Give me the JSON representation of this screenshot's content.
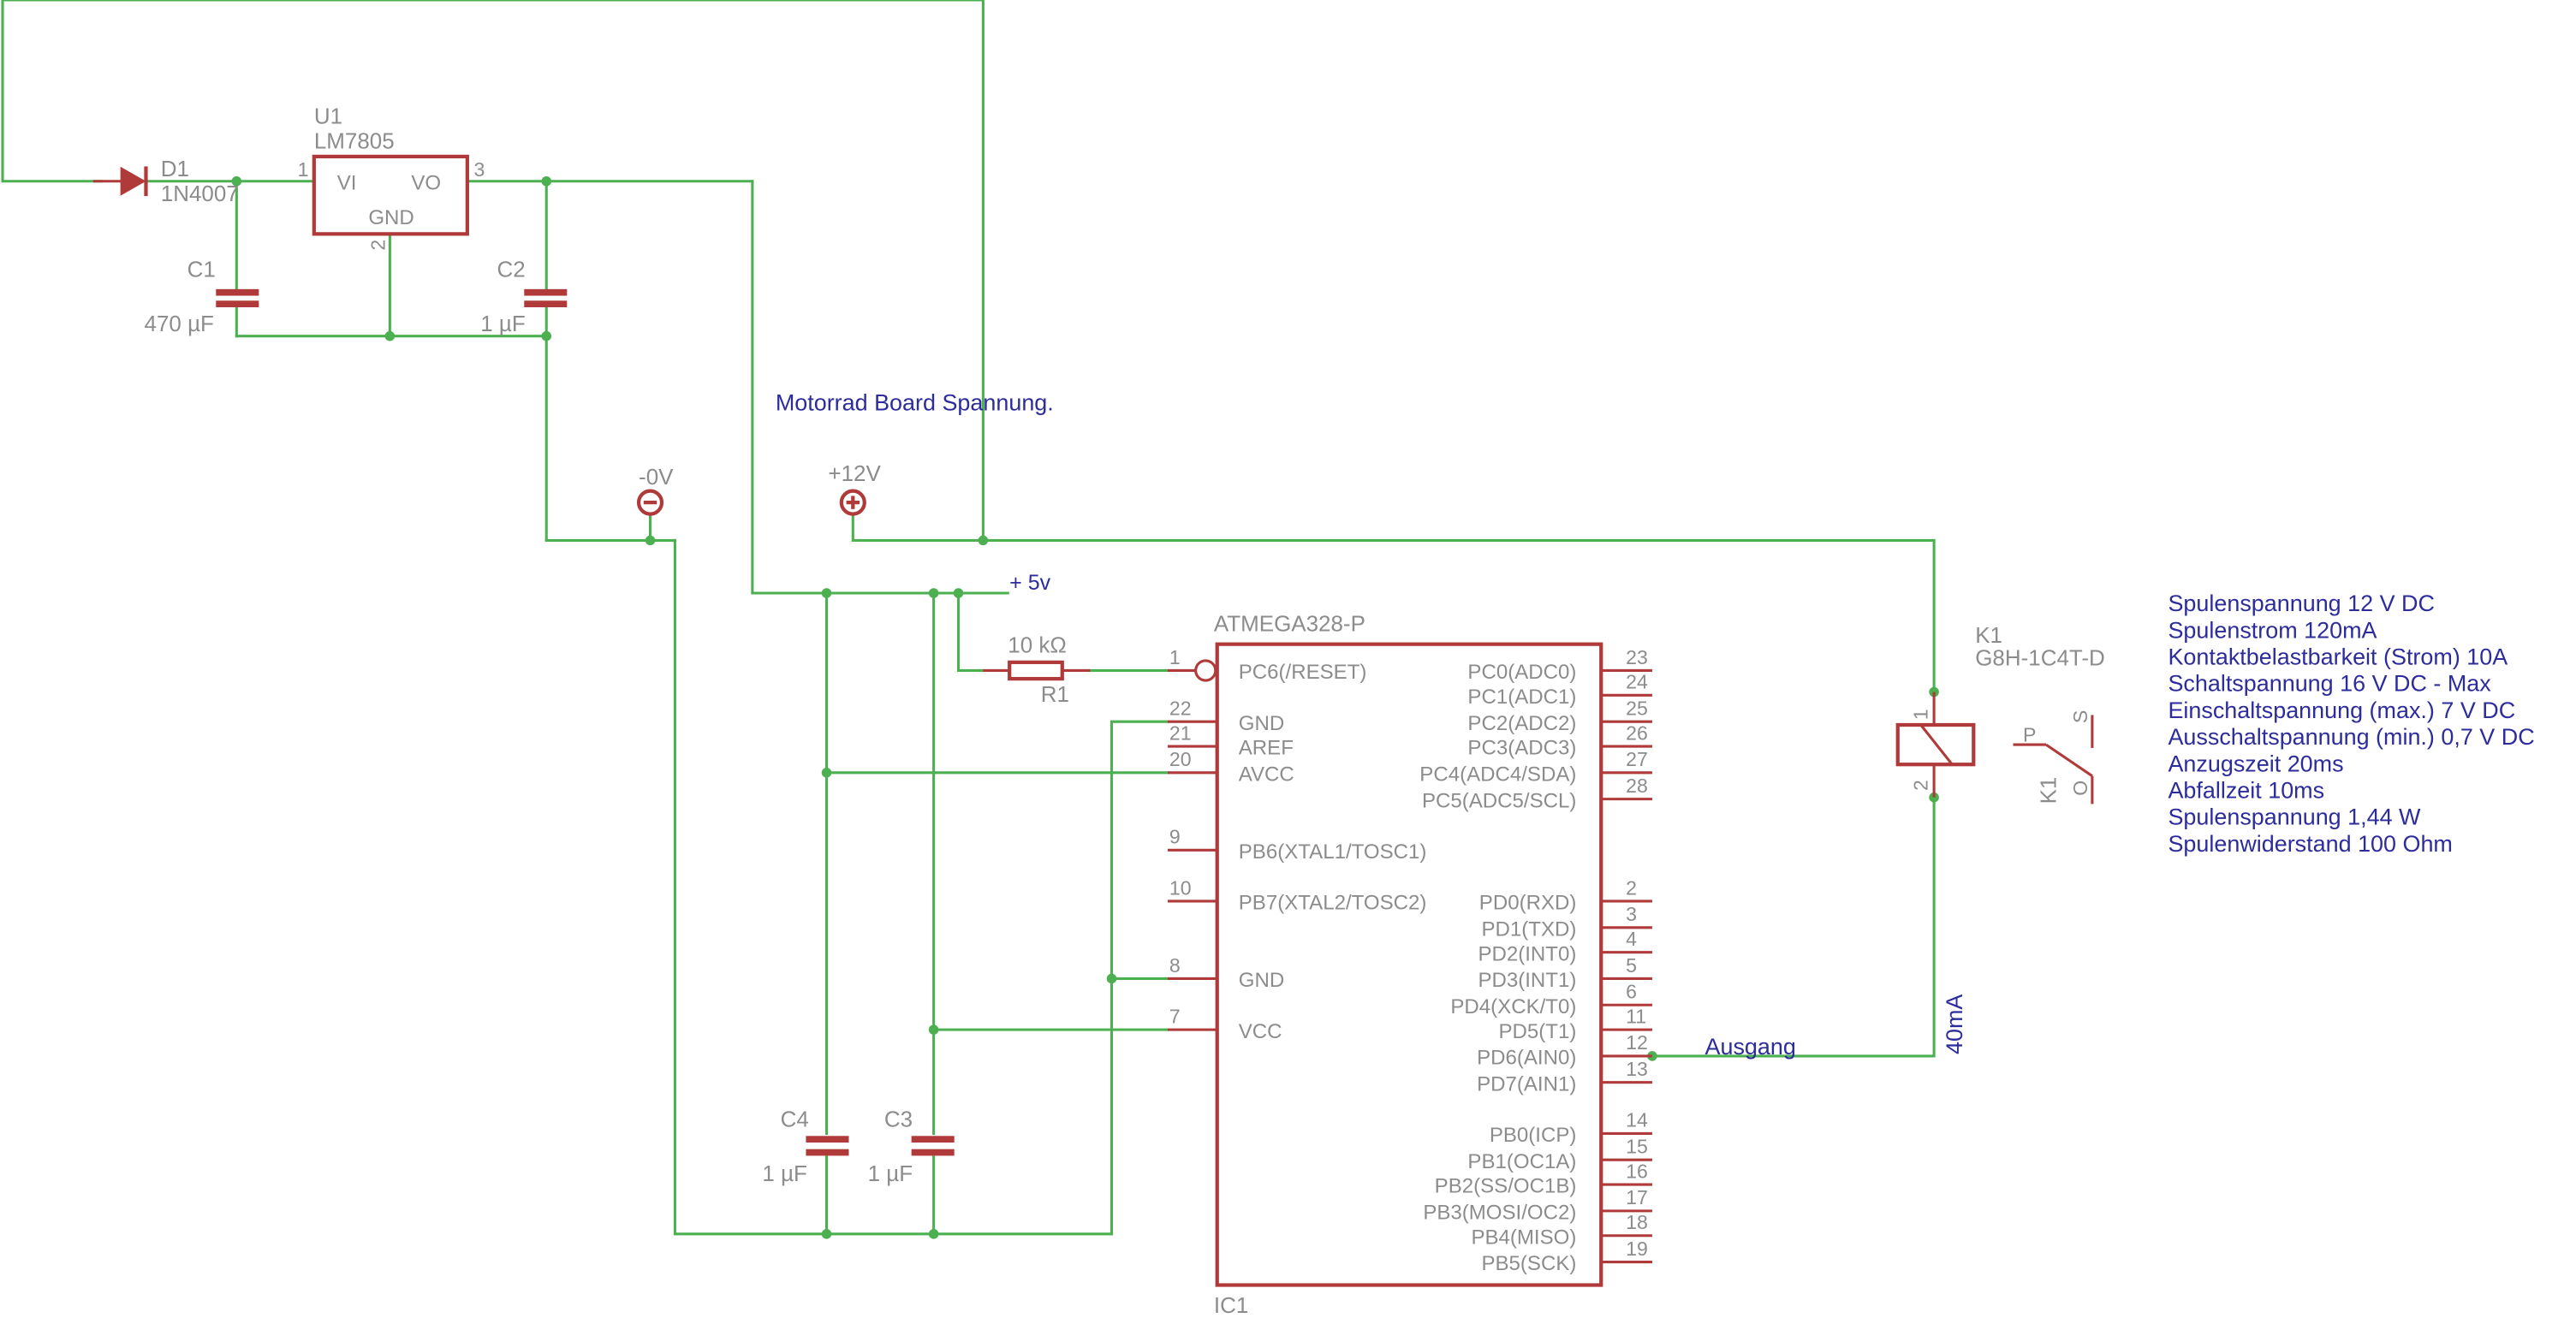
{
  "title": "Motorrad Board Spannung.",
  "d1": {
    "name": "D1",
    "value": "1N4007"
  },
  "u1": {
    "name": "U1",
    "value": "LM7805",
    "vi": "VI",
    "vo": "VO",
    "gnd": "GND",
    "pin1": "1",
    "pin2": "2",
    "pin3": "3"
  },
  "c1": {
    "name": "C1",
    "value": "470 µF"
  },
  "c2": {
    "name": "C2",
    "value": "1 µF"
  },
  "c3": {
    "name": "C3",
    "value": "1 µF"
  },
  "c4": {
    "name": "C4",
    "value": "1 µF"
  },
  "r1": {
    "name": "R1",
    "value": "10 kΩ"
  },
  "supply": {
    "gnd": "-0V",
    "v12": "+12V",
    "v5": "+ 5v"
  },
  "ic1": {
    "name": "IC1",
    "value": "ATMEGA328-P",
    "left_pins": [
      {
        "num": "1",
        "name": "PC6(/RESET)"
      },
      {
        "num": "22",
        "name": "GND"
      },
      {
        "num": "21",
        "name": "AREF"
      },
      {
        "num": "20",
        "name": "AVCC"
      },
      {
        "num": "9",
        "name": "PB6(XTAL1/TOSC1)"
      },
      {
        "num": "10",
        "name": "PB7(XTAL2/TOSC2)"
      },
      {
        "num": "8",
        "name": "GND"
      },
      {
        "num": "7",
        "name": "VCC"
      }
    ],
    "right_pins": [
      {
        "num": "23",
        "name": "PC0(ADC0)"
      },
      {
        "num": "24",
        "name": "PC1(ADC1)"
      },
      {
        "num": "25",
        "name": "PC2(ADC2)"
      },
      {
        "num": "26",
        "name": "PC3(ADC3)"
      },
      {
        "num": "27",
        "name": "PC4(ADC4/SDA)"
      },
      {
        "num": "28",
        "name": "PC5(ADC5/SCL)"
      },
      {
        "num": "2",
        "name": "PD0(RXD)"
      },
      {
        "num": "3",
        "name": "PD1(TXD)"
      },
      {
        "num": "4",
        "name": "PD2(INT0)"
      },
      {
        "num": "5",
        "name": "PD3(INT1)"
      },
      {
        "num": "6",
        "name": "PD4(XCK/T0)"
      },
      {
        "num": "11",
        "name": "PD5(T1)"
      },
      {
        "num": "12",
        "name": "PD6(AIN0)"
      },
      {
        "num": "13",
        "name": "PD7(AIN1)"
      },
      {
        "num": "14",
        "name": "PB0(ICP)"
      },
      {
        "num": "15",
        "name": "PB1(OC1A)"
      },
      {
        "num": "16",
        "name": "PB2(SS/OC1B)"
      },
      {
        "num": "17",
        "name": "PB3(MOSI/OC2)"
      },
      {
        "num": "18",
        "name": "PB4(MISO)"
      },
      {
        "num": "19",
        "name": "PB5(SCK)"
      }
    ]
  },
  "k1": {
    "name": "K1",
    "value": "G8H-1C4T-D",
    "coil_pin1": "1",
    "coil_pin2": "2",
    "sw_p": "P",
    "sw_s": "S",
    "sw_o": "O",
    "sw_ref": "K1"
  },
  "net_labels": {
    "ausgang": "Ausgang",
    "current": "40mA"
  },
  "specs": [
    "Spulenspannung 12 V DC",
    "Spulenstrom 120mA",
    "Kontaktbelastbarkeit (Strom) 10A",
    "Schaltspannung 16 V DC - Max",
    "Einschaltspannung (max.) 7 V DC",
    "Ausschaltspannung (min.) 0,7 V DC",
    "Anzugszeit 20ms",
    "Abfallzeit 10ms",
    "Spulenspannung 1,44 W",
    "Spulenwiderstand 100 Ohm"
  ],
  "colors": {
    "wire": "#4caf50",
    "part": "#b03a3a",
    "label": "#8c8c8c",
    "note": "#2c2c9c"
  }
}
